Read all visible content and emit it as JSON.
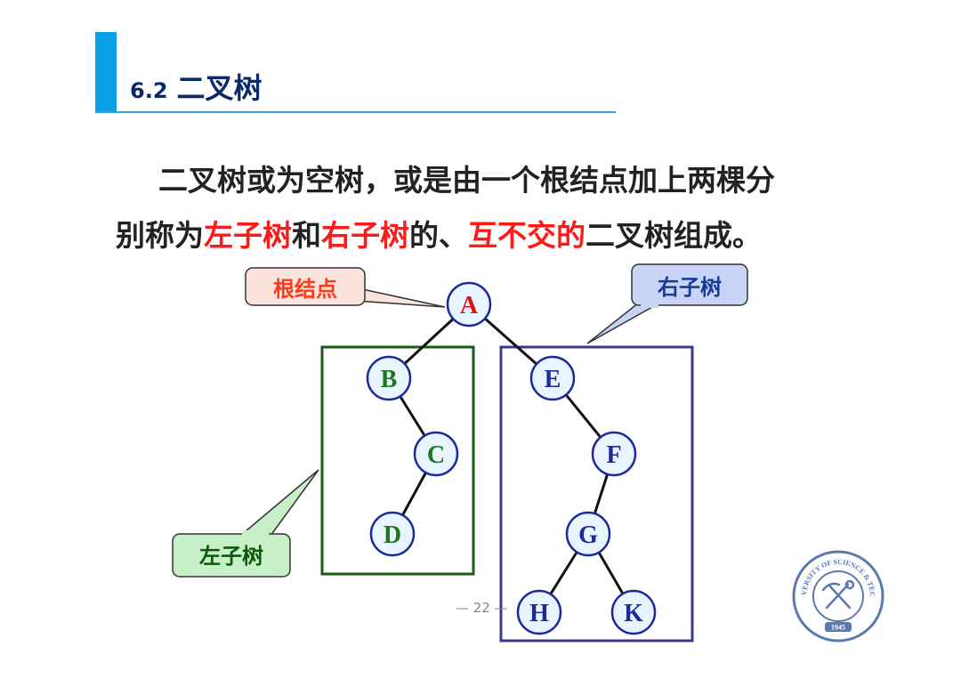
{
  "slide": {
    "section_number": "6.2",
    "title": "二叉树",
    "paragraph": {
      "line1": "二叉树或为空树，或是由一个根结点加上两棵分",
      "line2_a": "别称为",
      "left_subtree": "左子树",
      "line2_b": "和",
      "right_subtree": "右子树",
      "line2_c": "的、",
      "disjoint": "互不交的",
      "line2_d": "二叉树组成。"
    },
    "page_number": "— 22 —"
  },
  "diagram": {
    "callouts": {
      "root": "根结点",
      "right": "右子树",
      "left": "左子树"
    },
    "nodes": {
      "A": "A",
      "B": "B",
      "C": "C",
      "D": "D",
      "E": "E",
      "F": "F",
      "G": "G",
      "H": "H",
      "K": "K"
    }
  },
  "logo": {
    "text_top": "ANHUI UNIVERSITY OF SCIENCE & TECHNOLOGY",
    "year": "1945"
  },
  "colors": {
    "accent": "#0aa0e8",
    "title": "#0b2a6a",
    "highlight": "#ff1a1a",
    "node_fill": "#e8f4ff",
    "node_stroke": "#1a2a9a",
    "left_box": "#1a5a1a",
    "right_box": "#3a3a8a"
  }
}
